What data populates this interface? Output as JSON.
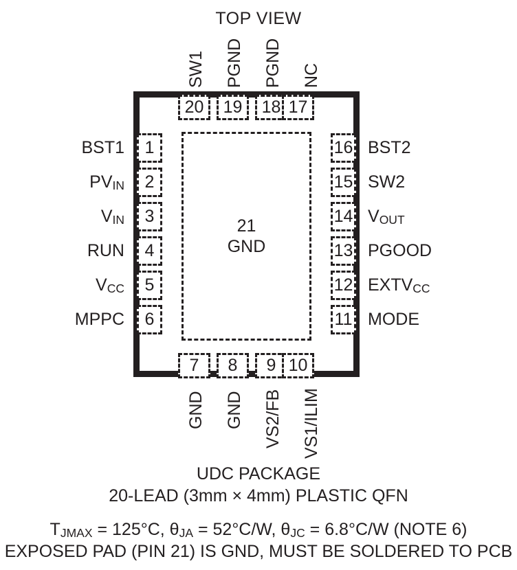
{
  "title": "TOP VIEW",
  "package": {
    "exposed_pad": {
      "pin_number": "21",
      "name": "GND"
    }
  },
  "pins": {
    "left": [
      {
        "number": "1",
        "label": "BST1",
        "sub": ""
      },
      {
        "number": "2",
        "label": "PV",
        "sub": "IN"
      },
      {
        "number": "3",
        "label": "V",
        "sub": "IN"
      },
      {
        "number": "4",
        "label": "RUN",
        "sub": ""
      },
      {
        "number": "5",
        "label": "V",
        "sub": "CC"
      },
      {
        "number": "6",
        "label": "MPPC",
        "sub": ""
      }
    ],
    "right": [
      {
        "number": "16",
        "label": "BST2",
        "sub": ""
      },
      {
        "number": "15",
        "label": "SW2",
        "sub": ""
      },
      {
        "number": "14",
        "label": "V",
        "sub": "OUT"
      },
      {
        "number": "13",
        "label": "PGOOD",
        "sub": ""
      },
      {
        "number": "12",
        "label": "EXTV",
        "sub": "CC"
      },
      {
        "number": "11",
        "label": "MODE",
        "sub": ""
      }
    ],
    "top": [
      {
        "number": "20",
        "label": "SW1"
      },
      {
        "number": "19",
        "label": "PGND"
      },
      {
        "number": "18",
        "label": "PGND"
      },
      {
        "number": "17",
        "label": "NC"
      }
    ],
    "bottom": [
      {
        "number": "7",
        "label": "GND"
      },
      {
        "number": "8",
        "label": "GND"
      },
      {
        "number": "9",
        "label": "VS2/FB"
      },
      {
        "number": "10",
        "label": "VS1/ILIM"
      }
    ]
  },
  "caption": {
    "package_name": "UDC PACKAGE",
    "lead_count": "20-LEAD (3mm × 4mm) PLASTIC QFN",
    "thermal_prefix": "T",
    "thermal_prefix_sub": "JMAX",
    "thermal_mid1": " = 125°C, ",
    "theta_symbol_1": "θ",
    "theta_sub_1": "JA",
    "thermal_mid2": " = 52°C/W, ",
    "theta_symbol_2": "θ",
    "theta_sub_2": "JC",
    "thermal_suffix": " = 6.8°C/W (NOTE 6)",
    "exposed_pad_note": "EXPOSED PAD (PIN 21) IS GND, MUST BE SOLDERED TO PCB"
  }
}
